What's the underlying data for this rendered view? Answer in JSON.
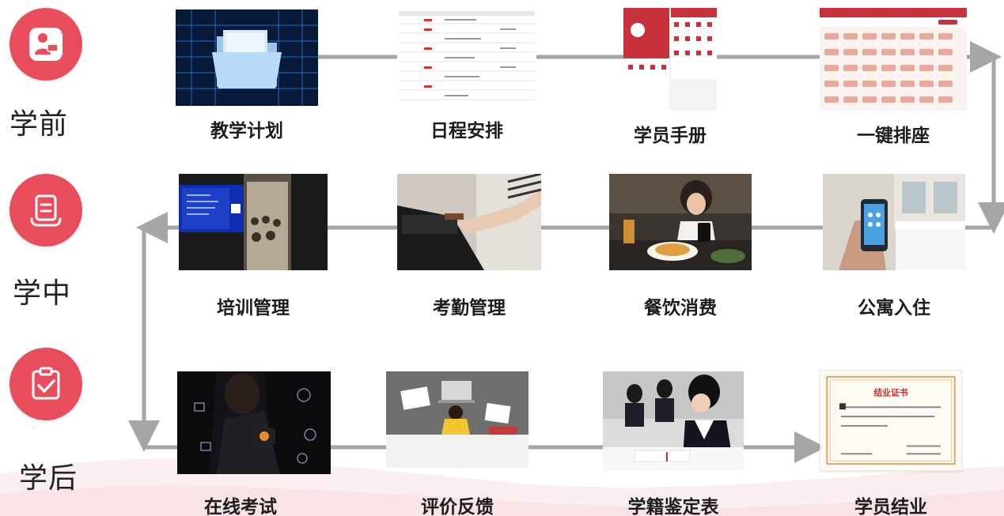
{
  "phases": [
    {
      "label": "学前",
      "icon": "student-icon"
    },
    {
      "label": "学中",
      "icon": "clipboard-list-icon"
    },
    {
      "label": "学后",
      "icon": "clipboard-check-icon"
    }
  ],
  "steps": {
    "teaching_plan": {
      "label": "教学计划",
      "icon": "folder-circuit-icon"
    },
    "schedule": {
      "label": "日程安排",
      "icon": "table-sheet-icon"
    },
    "student_handbook": {
      "label": "学员手册",
      "icon": "mobile-app-icon"
    },
    "seating": {
      "label": "一键排座",
      "icon": "seating-grid-icon"
    },
    "apartment_checkin": {
      "label": "公寓入住",
      "icon": "hotel-phone-icon"
    },
    "dining": {
      "label": "餐饮消费",
      "icon": "dining-icon"
    },
    "attendance": {
      "label": "考勤管理",
      "icon": "attendance-gate-icon"
    },
    "training": {
      "label": "培训管理",
      "icon": "classroom-screen-icon"
    },
    "online_exam": {
      "label": "在线考试",
      "icon": "online-exam-icon"
    },
    "evaluation": {
      "label": "评价反馈",
      "icon": "laptop-desk-icon"
    },
    "status_form": {
      "label": "学籍鉴定表",
      "icon": "students-writing-icon"
    },
    "graduation": {
      "label": "学员结业",
      "icon": "certificate-icon"
    }
  },
  "certificate": {
    "title": "结业证书"
  },
  "colors": {
    "accent": "#e94d5c",
    "arrow": "#a6a6a6"
  }
}
